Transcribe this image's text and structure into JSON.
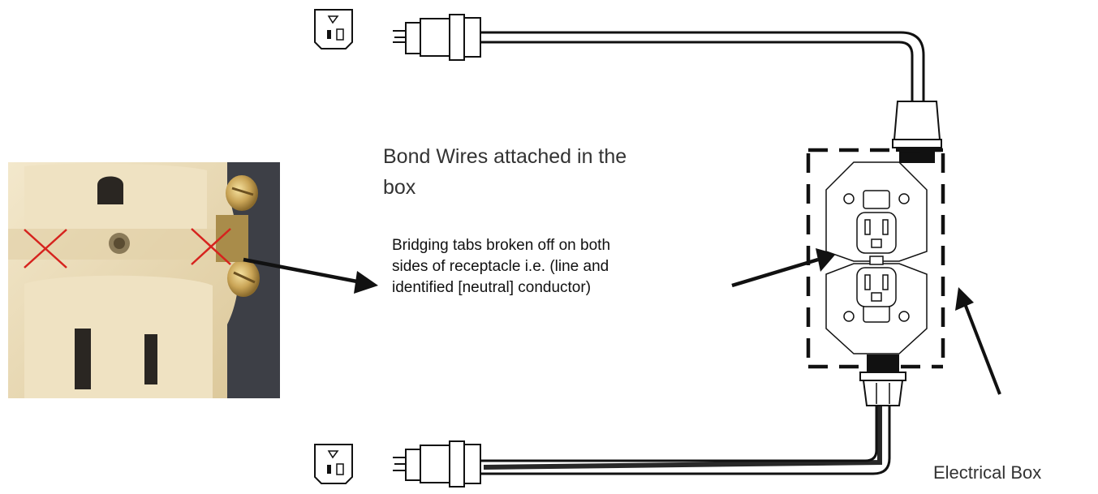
{
  "labels": {
    "bond_wires": "Bond Wires attached in the\nbox",
    "bridging_tabs": "Bridging tabs broken off on both\nsides of receptacle i.e. (line and\nidentified [neutral] conductor)",
    "electrical_box": "Electrical Box"
  },
  "colors": {
    "line": "#111111",
    "receptacle_ivory": "#e9d9b4",
    "cross_mark": "#d6231e"
  }
}
